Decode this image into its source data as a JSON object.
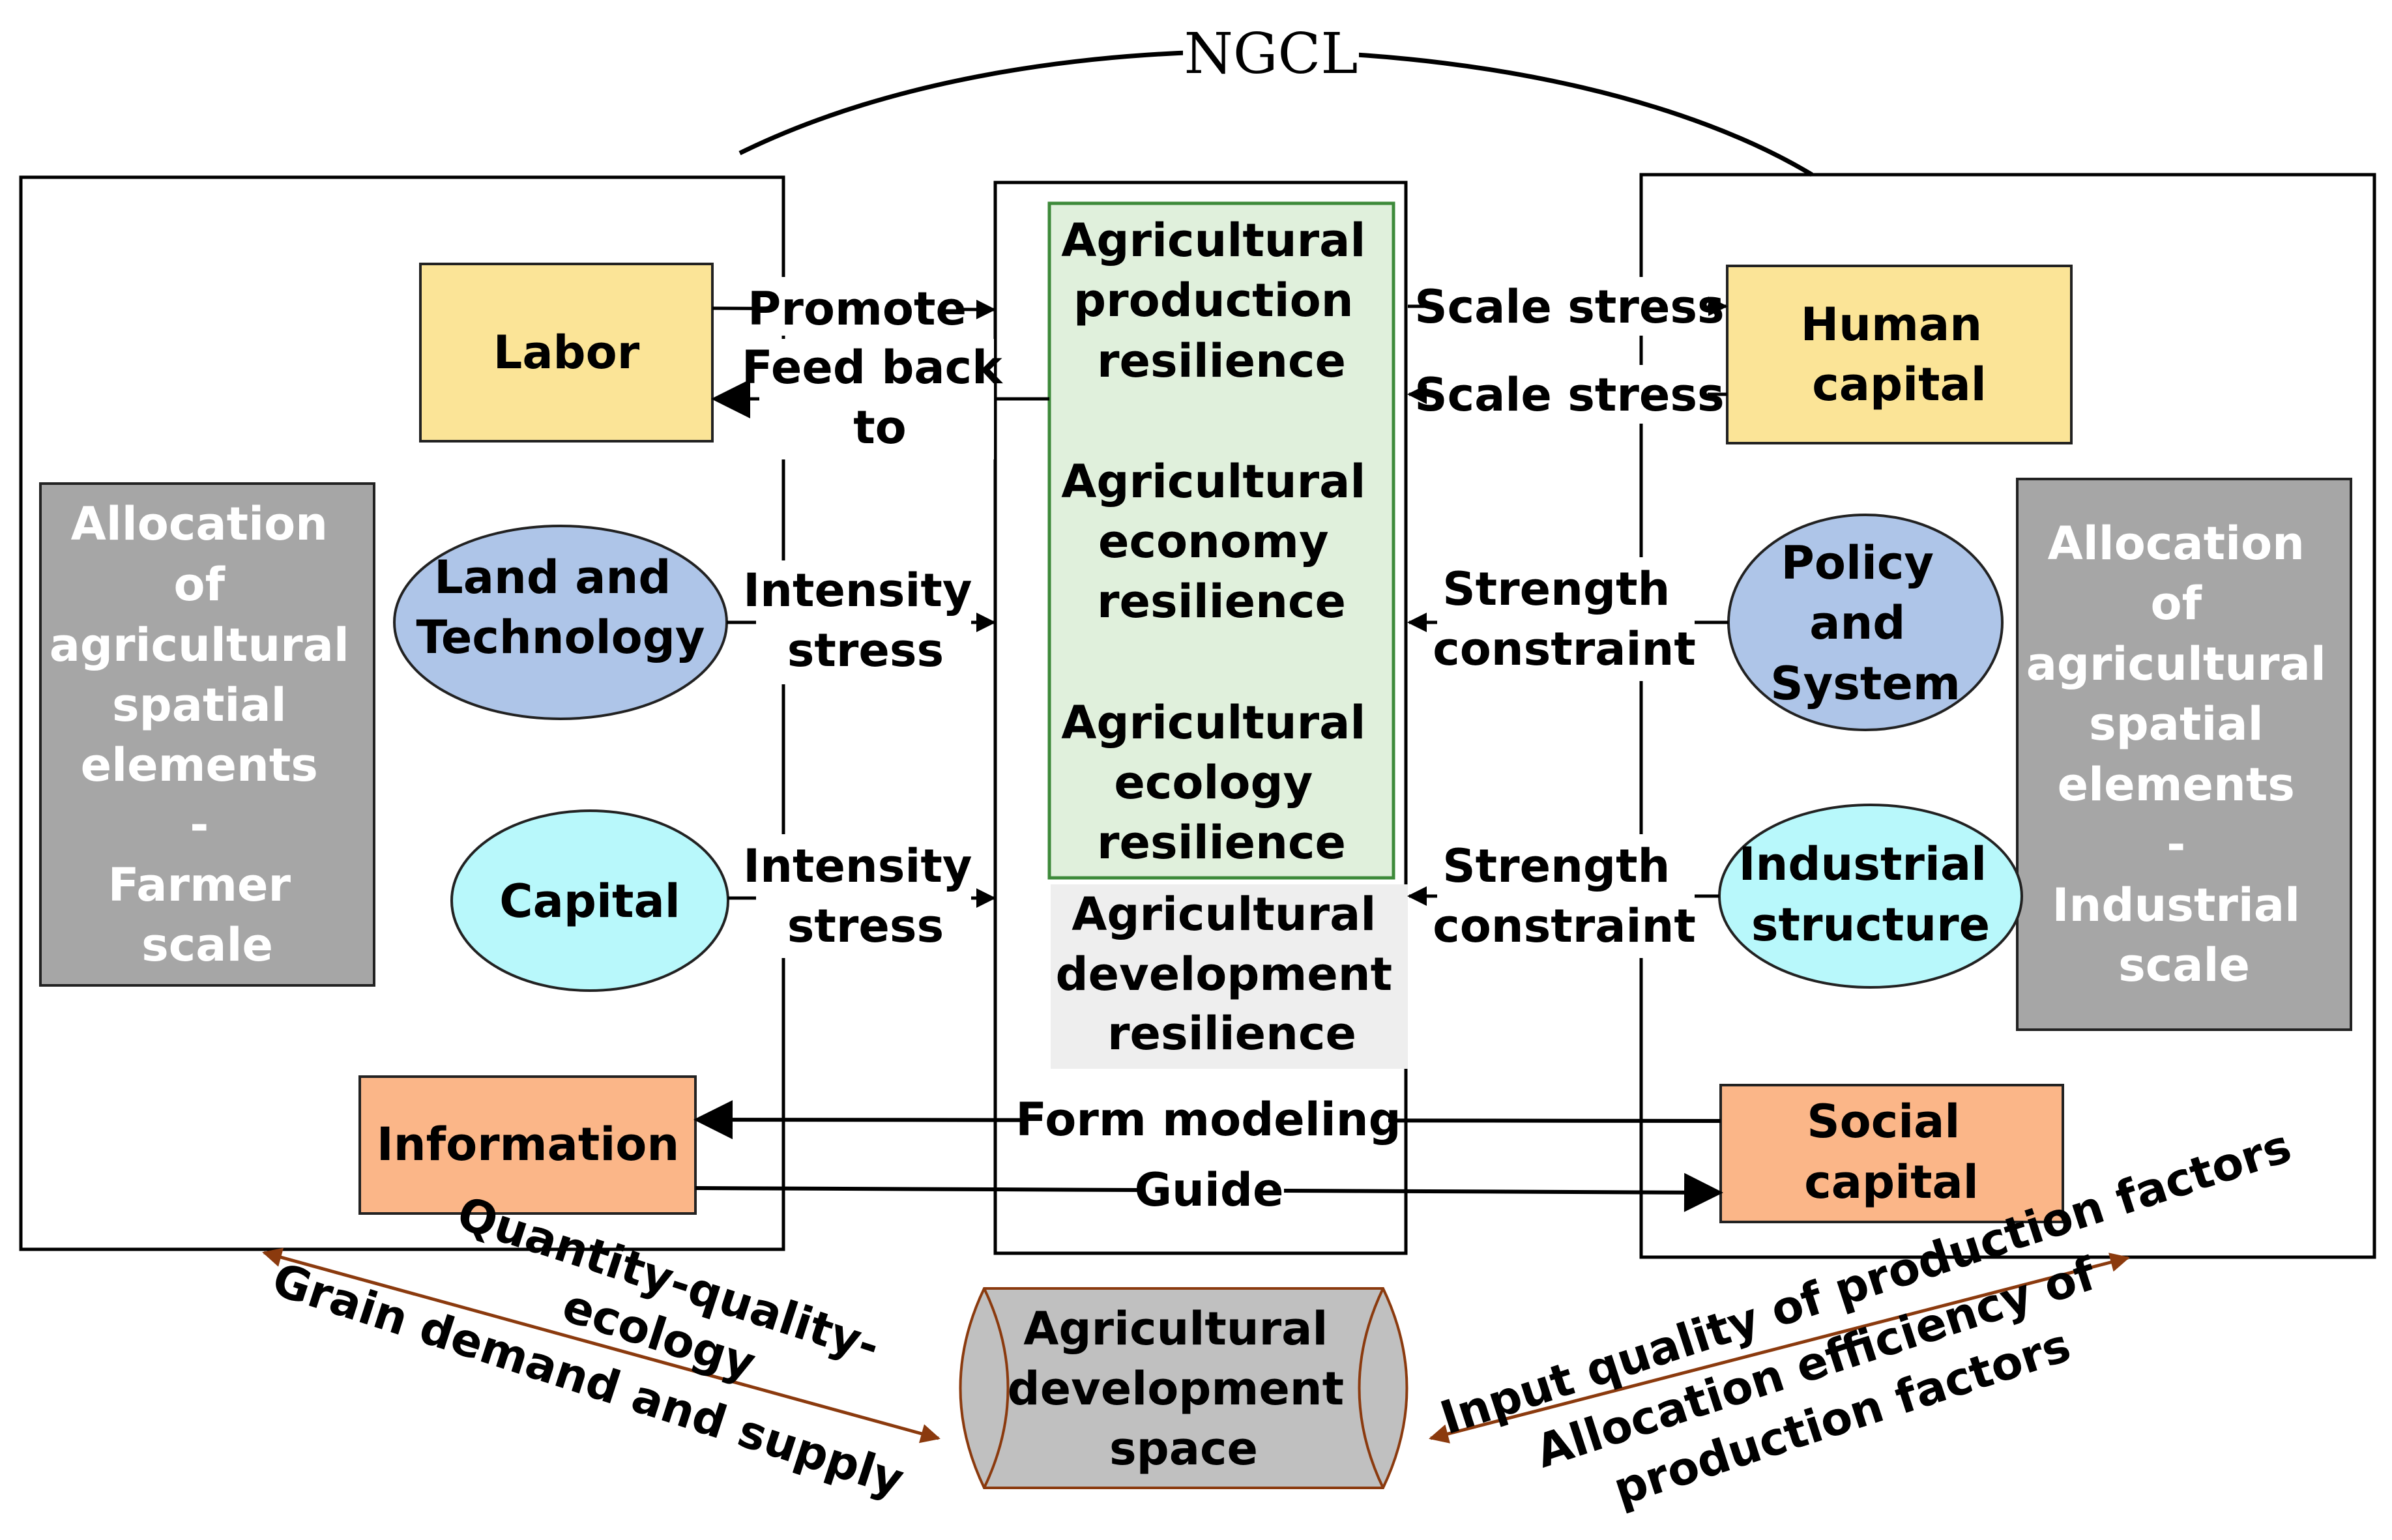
{
  "title": "NGCL",
  "left_panel": {
    "allocation_lines": [
      "Allocation",
      "of",
      "agricultural",
      "spatial",
      "elements",
      "-",
      "Farmer",
      "scale"
    ],
    "labor": "Labor",
    "land_tech_lines": [
      "Land and",
      "Technology"
    ],
    "capital": "Capital",
    "information": "Information"
  },
  "center_panel": {
    "production_lines": [
      "Agricultural",
      "production",
      "resilience"
    ],
    "economy_lines": [
      "Agricultural",
      "economy",
      "resilience"
    ],
    "ecology_lines": [
      "Agricultural",
      "ecology",
      "resilience"
    ],
    "development_lines": [
      "Agricultural",
      "development",
      "resilience"
    ]
  },
  "right_panel": {
    "allocation_lines": [
      "Allocation",
      "of",
      "agricultural",
      "spatial",
      "elements",
      "-",
      "Industrial",
      "scale"
    ],
    "human_capital_lines": [
      "Human",
      "capital"
    ],
    "policy_lines": [
      "Policy",
      "and",
      "System"
    ],
    "industrial_lines": [
      "Industrial",
      "structure"
    ],
    "social_capital_lines": [
      "Social",
      "capital"
    ]
  },
  "bottom": {
    "space_lines": [
      "Agricultural",
      "development",
      "space"
    ]
  },
  "arrow_labels": {
    "promote": "Promote",
    "feedback_lines": [
      "Feed back",
      "to"
    ],
    "intensity1_lines": [
      "Intensity",
      "stress"
    ],
    "intensity2_lines": [
      "Intensity",
      "stress"
    ],
    "scale1": "Scale stress",
    "scale2": "Scale stress",
    "strength1_lines": [
      "Strength",
      "constraint"
    ],
    "strength2_lines": [
      "Strength",
      "constraint"
    ],
    "form_modeling": "Form modeling",
    "guide": "Guide",
    "quantity_lines": [
      "Quantity-quality-",
      "ecology"
    ],
    "grain": "Grain demand and supply",
    "input_quality": "Input quality of production factors",
    "allocation_eff_lines": [
      "Allocation efficiency of",
      "production factors"
    ]
  },
  "colors": {
    "yellow": "#fbe497",
    "blue": "#aec5e8",
    "cyan": "#b8f8fb",
    "orange": "#fbb688",
    "green": "#e0f0dc",
    "green_border": "#3d8a3a",
    "grey": "#a6a6a6",
    "light_grey": "#eeeeee",
    "brown": "#8b3a0e"
  }
}
